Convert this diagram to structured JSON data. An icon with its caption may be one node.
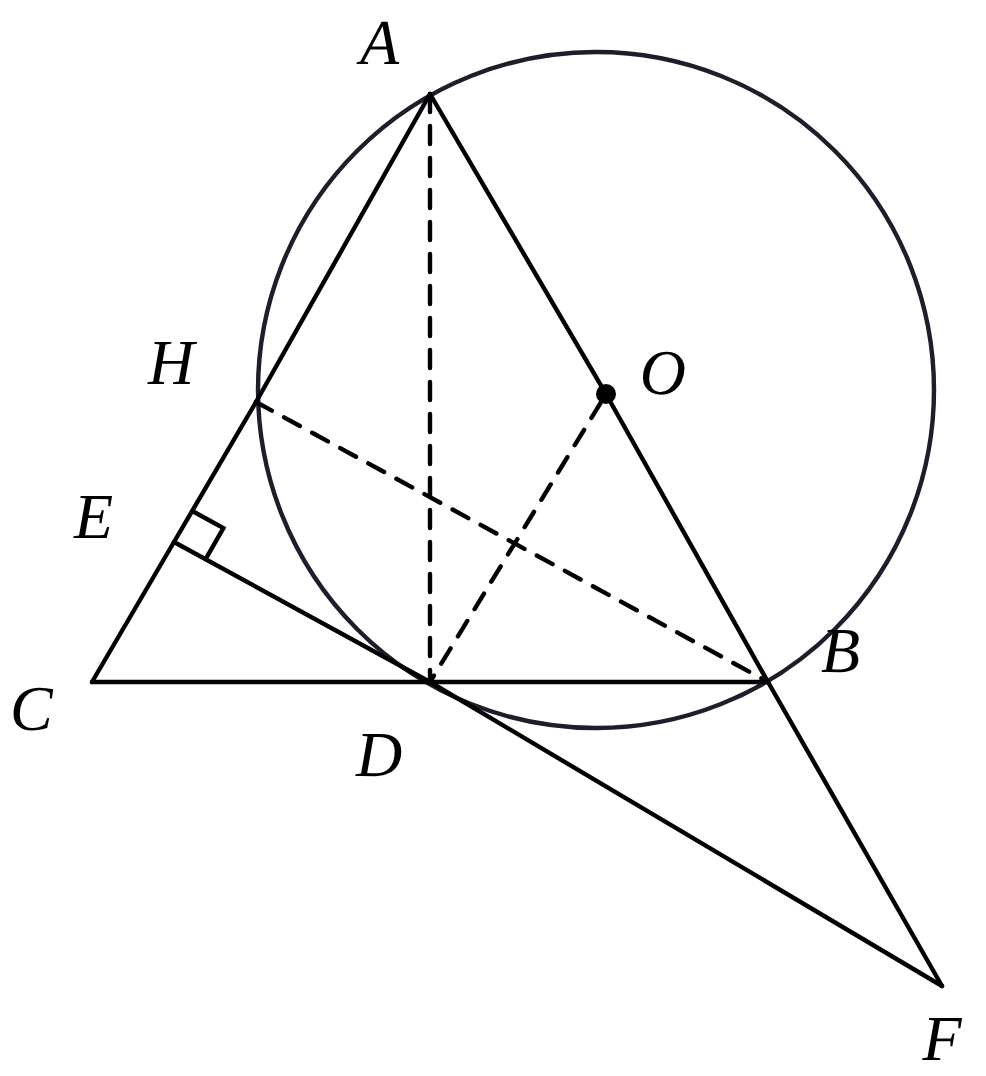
{
  "diagram": {
    "nodes": [
      {
        "text": [
          "A"
        ]
      },
      {
        "text": [
          "H"
        ]
      },
      {
        "text": [
          "O"
        ]
      },
      {
        "text": [
          "E"
        ]
      },
      {
        "text": [
          "C"
        ]
      },
      {
        "text": [
          "D"
        ]
      },
      {
        "text": [
          "B"
        ]
      },
      {
        "text": [
          "F"
        ]
      }
    ],
    "edges": [
      {
        "from": 0,
        "to": 1,
        "arrow": "none"
      },
      {
        "from": 1,
        "to": 3,
        "arrow": "none"
      },
      {
        "from": 3,
        "to": 4,
        "arrow": "none"
      },
      {
        "from": 4,
        "to": 5,
        "arrow": "none"
      },
      {
        "from": 5,
        "to": 6,
        "arrow": "none"
      },
      {
        "from": 0,
        "to": 2,
        "arrow": "none"
      },
      {
        "from": 2,
        "to": 6,
        "arrow": "none"
      },
      {
        "from": 6,
        "to": 7,
        "arrow": "none"
      },
      {
        "from": 3,
        "to": 5,
        "arrow": "none"
      },
      {
        "from": 5,
        "to": 7,
        "arrow": "none"
      },
      {
        "from": 0,
        "to": 5,
        "arrow": "none",
        "style": "dashed"
      },
      {
        "from": 1,
        "to": 6,
        "arrow": "none",
        "style": "dashed"
      },
      {
        "from": 2,
        "to": 5,
        "arrow": "none",
        "style": "dashed"
      }
    ]
  }
}
